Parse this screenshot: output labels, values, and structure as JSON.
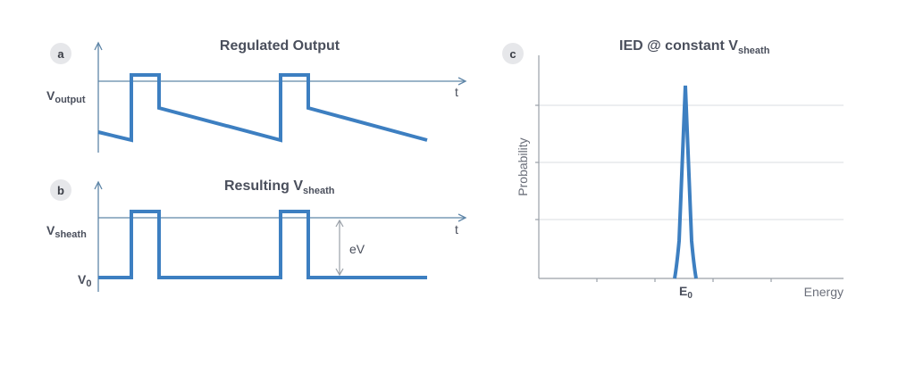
{
  "panels": {
    "a": {
      "badge": "a",
      "title": "Regulated Output",
      "y_label_main": "V",
      "y_label_sub": "output",
      "x_label": "t"
    },
    "b": {
      "badge": "b",
      "title_main": "Resulting V",
      "title_sub": "sheath",
      "y_label_top_main": "V",
      "y_label_top_sub": "sheath",
      "y_label_bottom_main": "V",
      "y_label_bottom_sub": "0",
      "x_label": "t",
      "annotation": "eV"
    },
    "c": {
      "badge": "c",
      "title_main": "IED @ constant V",
      "title_sub": "sheath",
      "y_label": "Probability",
      "x_label": "Energy",
      "peak_label_main": "E",
      "peak_label_sub": "0"
    }
  },
  "colors": {
    "signal": "#3d7fc1",
    "axis": "#5f86a8",
    "grid": "#d9dde2",
    "text": "#4a4f5c"
  }
}
